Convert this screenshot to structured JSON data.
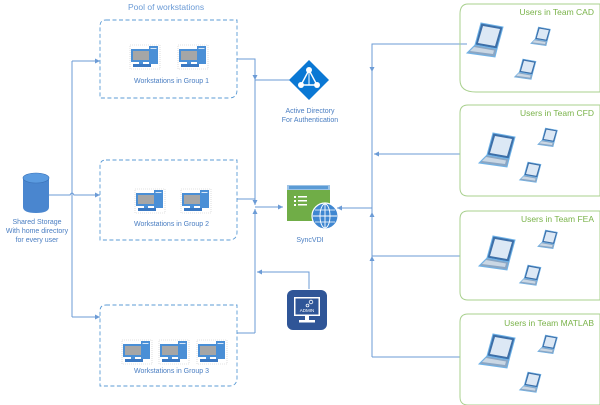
{
  "diagram": {
    "pool_title": "Pool of workstations",
    "groups": [
      {
        "label": "Workstations in Group 1",
        "workstation_count": 2
      },
      {
        "label": "Workstations in Group 2",
        "workstation_count": 2
      },
      {
        "label": "Workstations in Group 3",
        "workstation_count": 3
      }
    ],
    "storage": {
      "lines": [
        "Shared Storage",
        "With home directory",
        "for every user"
      ]
    },
    "active_directory": {
      "lines": [
        "Active Directory",
        "For Authentication"
      ]
    },
    "syncvdi": {
      "label": "SyncVDI"
    },
    "admin": {
      "label": "ADMIN"
    },
    "teams": [
      {
        "label": "Users in Team CAD",
        "laptop_count": 3
      },
      {
        "label": "Users in Team CFD",
        "laptop_count": 3
      },
      {
        "label": "Users in Team FEA",
        "laptop_count": 3
      },
      {
        "label": "Users in Team MATLAB",
        "laptop_count": 3
      }
    ],
    "colors": {
      "connector": "#6b9bd6",
      "group_border": "#5b9bd5",
      "team_border": "#a9d08e",
      "team_text": "#7ab34a",
      "label_text": "#4a7ec2",
      "storage": "#4a86cf",
      "active_directory": "#0a78d4",
      "syncvdi_green": "#70ad47",
      "admin_blue": "#2f5597"
    }
  }
}
